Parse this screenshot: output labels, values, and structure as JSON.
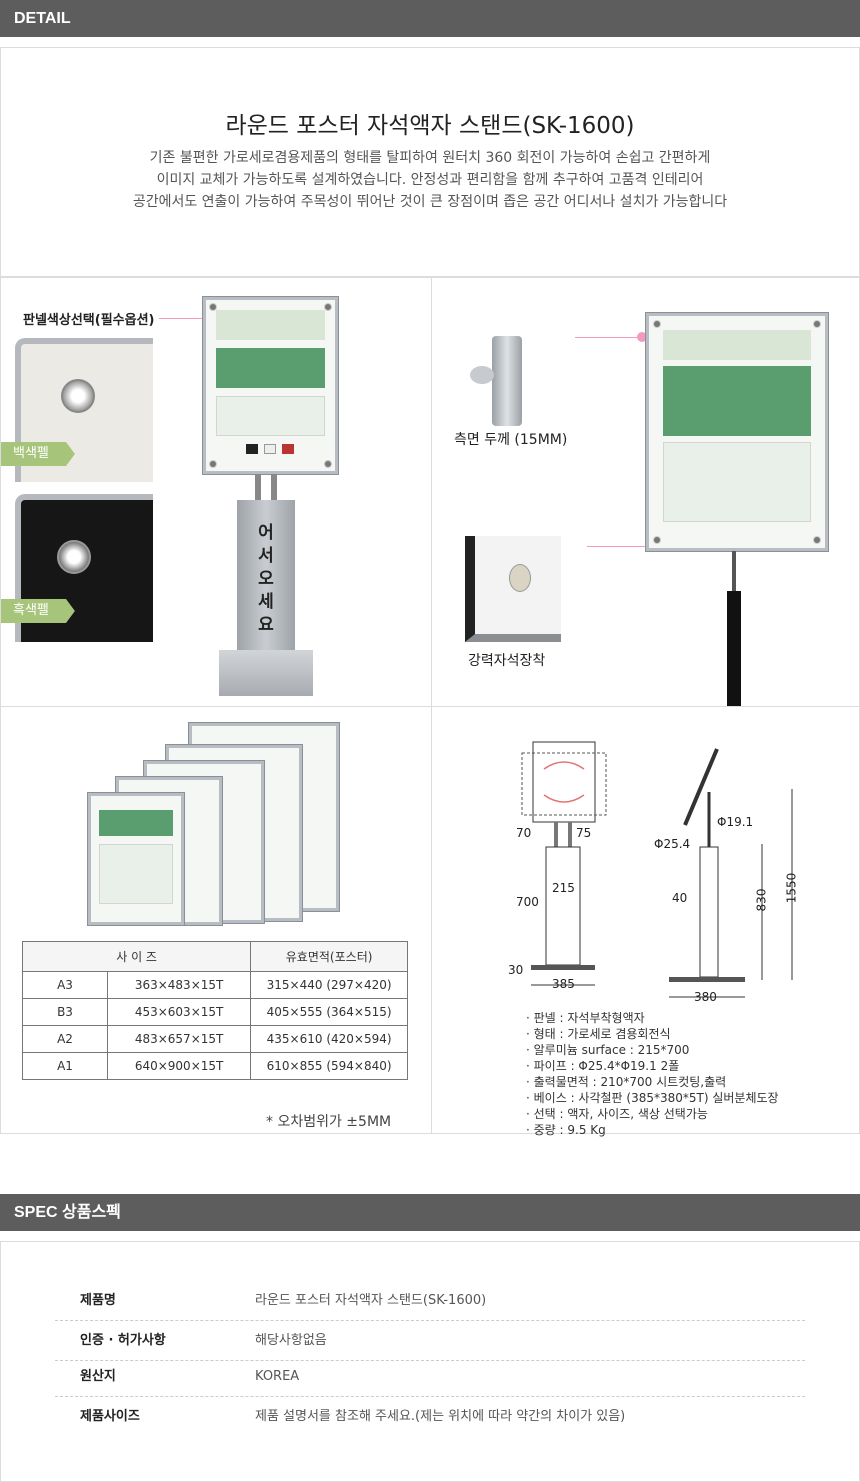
{
  "detail_header": "DETAIL",
  "product_title": "라운드 포스터 자석액자 스탠드(SK-1600)",
  "description": [
    "기존 불편한 가로세로겸용제품의 형태를 탈피하여 원터치 360 회전이 가능하여 손쉽고 간편하게",
    "이미지 교체가 가능하도록 설계하였습니다. 안정성과 편리함을 함께 추구하여 고품격 인테리어",
    "공간에서도 연출이  가능하여  주목성이 뛰어난 것이 큰 장점이며  좁은 공간 어디서나 설치가 가능합니다"
  ],
  "panel_option_label": "판넬색상선택(필수옵션)",
  "white_felt": "백색펠",
  "black_felt": "흑색펠",
  "stand_text": [
    "어",
    "서",
    "오",
    "세",
    "요"
  ],
  "side_thickness": "측면 두께 (15MM)",
  "magnet_label": "강력자석장착",
  "size_table": {
    "headers": [
      "사 이 즈",
      "유효면적(포스터)"
    ],
    "rows": [
      [
        "A3",
        "363×483×15T",
        "315×440 (297×420)"
      ],
      [
        "B3",
        "453×603×15T",
        "405×555 (364×515)"
      ],
      [
        "A2",
        "483×657×15T",
        "435×610 (420×594)"
      ],
      [
        "A1",
        "640×900×15T",
        "610×855 (594×840)"
      ]
    ]
  },
  "tolerance_note": "* 오차범위가 ±5MM",
  "dimensions": {
    "d70": "70",
    "d75": "75",
    "d215": "215",
    "d700": "700",
    "d30": "30",
    "d385": "385",
    "d191": "Φ19.1",
    "d254": "Φ25.4",
    "d40": "40",
    "d830": "830",
    "d1550": "1550",
    "d380": "380"
  },
  "spec_notes": [
    "· 판넬 : 자석부착형액자",
    "· 형태 : 가로세로 겸용회전식",
    "· 알루미늄 surface : 215*700",
    "· 파이프 : Φ25.4*Φ19.1   2폴",
    "· 출력물면적 : 210*700 시트컷팅,출력",
    "· 베이스 : 사각철판 (385*380*5T) 실버분체도장",
    "· 선택 : 액자, 사이즈, 색상 선택가능",
    "· 중량 : 9.5 Kg"
  ],
  "spec_header": "SPEC 상품스펙",
  "spec_rows": [
    {
      "key": "제품명",
      "value": "라운드 포스터 자석액자 스탠드(SK-1600)"
    },
    {
      "key": "인증 · 허가사항",
      "value": "해당사항없음"
    },
    {
      "key": "원산지",
      "value": "KOREA"
    },
    {
      "key": "제품사이즈",
      "value": "제품 설명서를 참조해 주세요.(제는 위치에 따라 약간의 차이가 있음)"
    }
  ],
  "colors": {
    "header_bar": "#5d5d5d",
    "tag_green": "#a7c57a",
    "pink": "#f49ac1",
    "poster_green": "#5a9e6f"
  }
}
